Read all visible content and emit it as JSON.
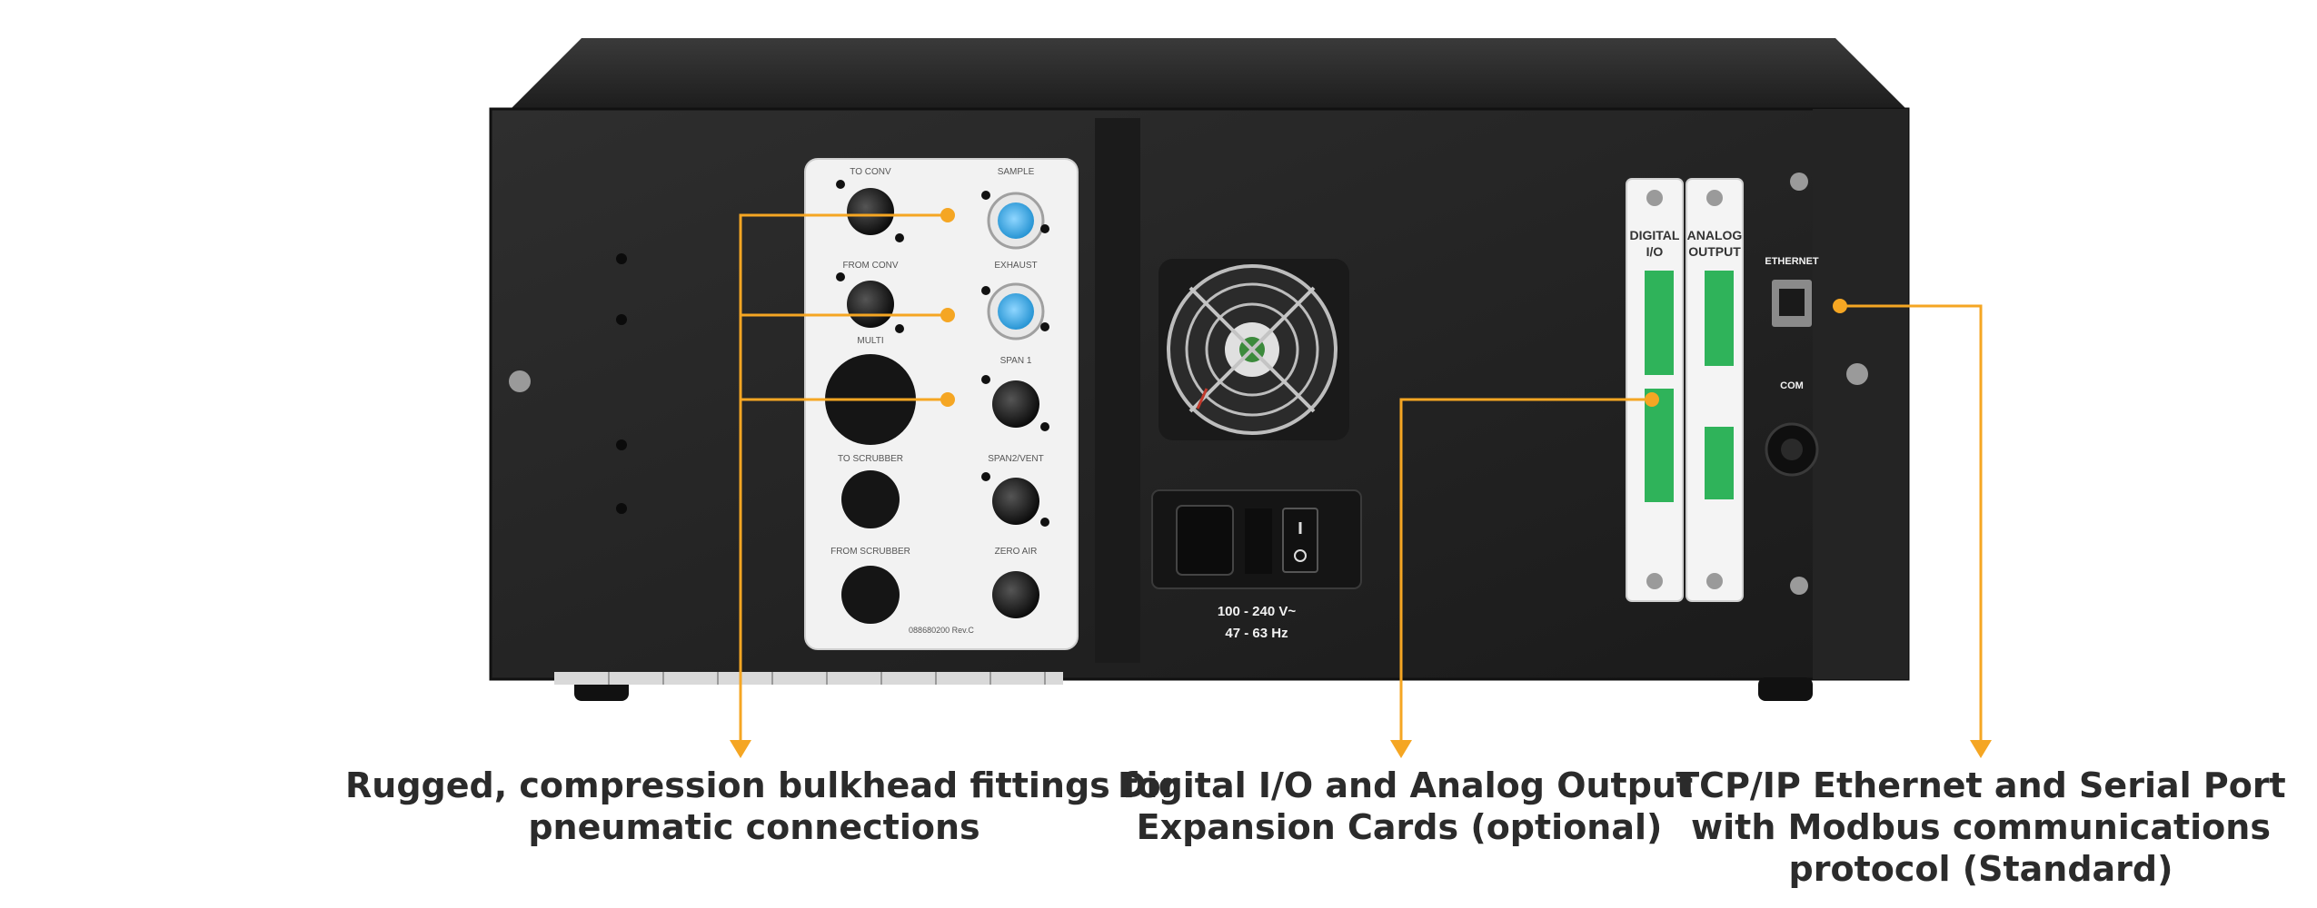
{
  "colors": {
    "callout": "#f5a623",
    "chassis": "#1f1f1f",
    "panel": "#2a2a2a",
    "fitting_blue": "#29a3e0",
    "terminal_green": "#2fb35a"
  },
  "plate_labels": {
    "to_conv": "TO CONV",
    "from_conv": "FROM CONV",
    "multi": "MULTI",
    "to_scrubber": "TO SCRUBBER",
    "from_scrubber": "FROM SCRUBBER",
    "sample": "SAMPLE",
    "exhaust": "EXHAUST",
    "span1": "SPAN 1",
    "span2_vent": "SPAN2/VENT",
    "zero_air": "ZERO AIR",
    "part_number": "088680200 Rev.C"
  },
  "power": {
    "voltage": "100 - 240 V~",
    "frequency": "47 - 63 Hz"
  },
  "cards": {
    "digital_line1": "DIGITAL",
    "digital_line2": "I/O",
    "analog_line1": "ANALOG",
    "analog_line2": "OUTPUT"
  },
  "ports": {
    "ethernet": "ETHERNET",
    "com": "COM"
  },
  "captions": {
    "fittings": [
      "Rugged, compression bulkhead fittings for",
      "pneumatic connections"
    ],
    "expansion": [
      "Digital I/O and Analog Output",
      "Expansion Cards (optional)"
    ],
    "network": [
      "TCP/IP Ethernet and Serial Port",
      "with Modbus communications",
      "protocol (Standard)"
    ]
  }
}
